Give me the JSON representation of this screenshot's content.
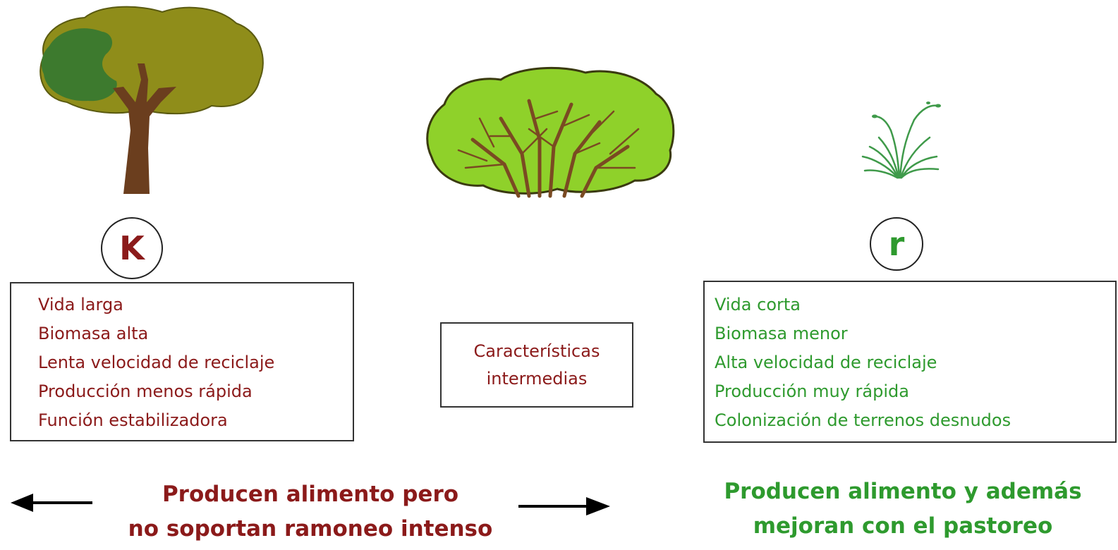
{
  "colors": {
    "k_red": "#8b1a1a",
    "r_green": "#2e9a2e",
    "border": "#333333"
  },
  "icons": {
    "tree": "tree-icon",
    "shrub": "shrub-icon",
    "grass": "grass-icon"
  },
  "left": {
    "badge": "K",
    "items": [
      "Vida larga",
      "Biomasa alta",
      "Lenta velocidad de reciclaje",
      "Producción menos rápida",
      "Función estabilizadora"
    ],
    "caption_line1": "Producen alimento pero",
    "caption_line2": "no soportan ramoneo intenso"
  },
  "middle": {
    "line1": "Características",
    "line2": "intermedias"
  },
  "right": {
    "badge": "r",
    "items": [
      "Vida corta",
      "Biomasa menor",
      "Alta velocidad de reciclaje",
      "Producción muy rápida",
      "Colonización de terrenos desnudos"
    ],
    "caption_line1": "Producen alimento  y además",
    "caption_line2": "mejoran con el pastoreo"
  }
}
